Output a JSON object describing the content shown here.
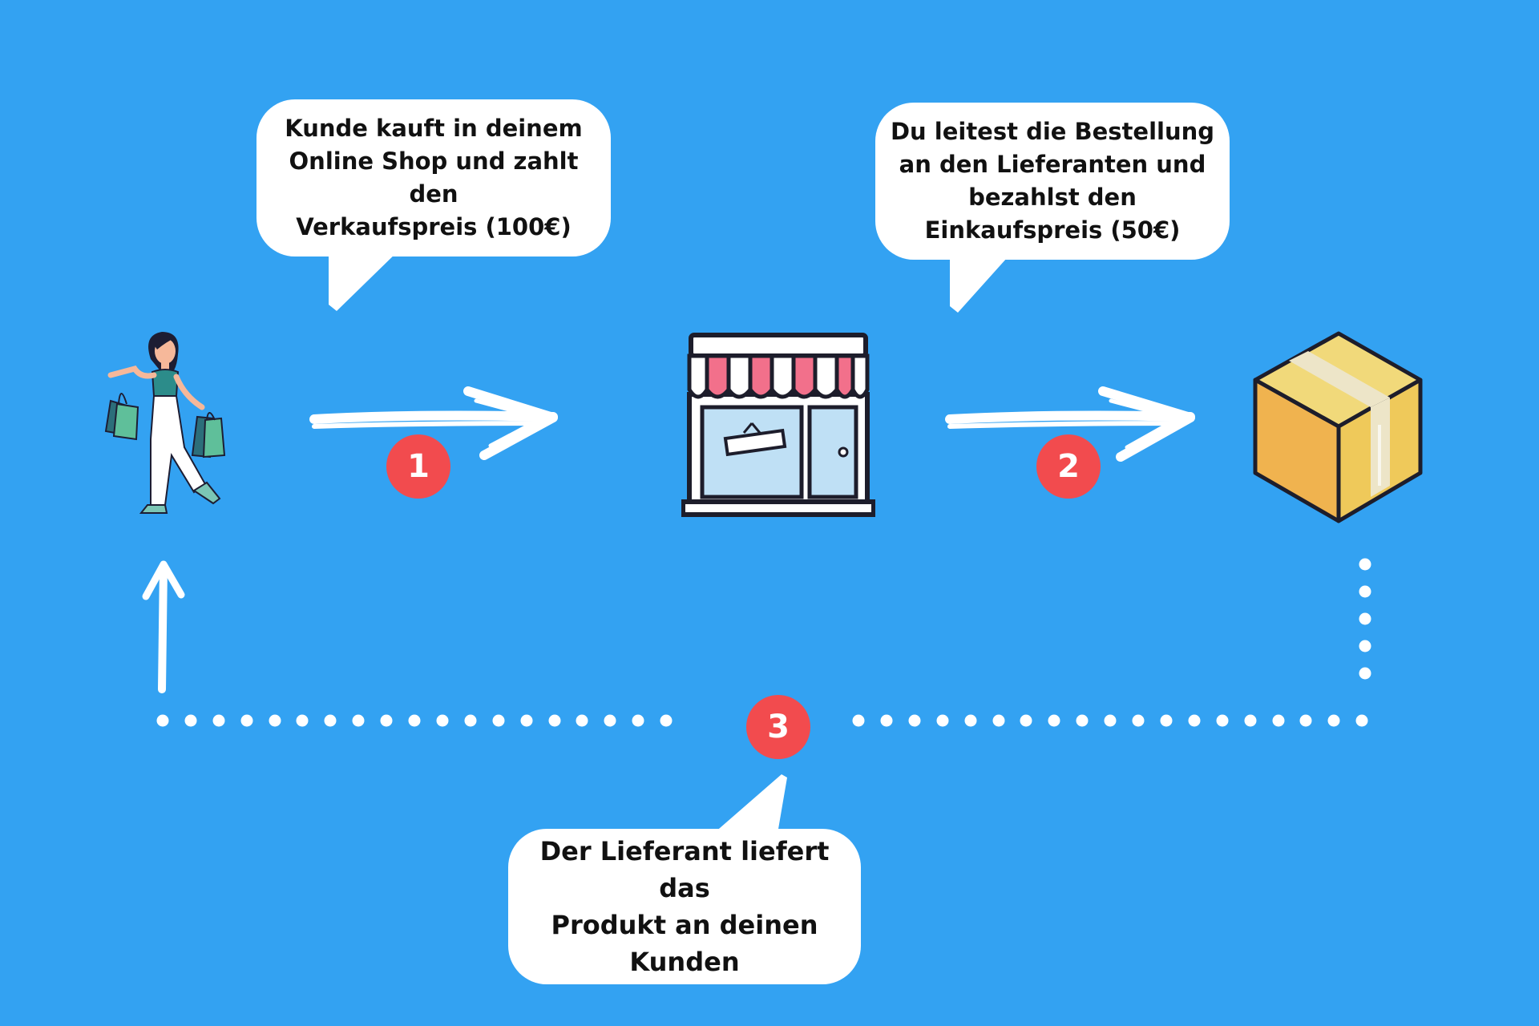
{
  "colors": {
    "background": "#33a2f2",
    "bubble": "#ffffff",
    "badge": "#f24b4e",
    "arrow": "#ffffff"
  },
  "steps": [
    {
      "number": "1",
      "text": "Kunde kauft in deinem\nOnline Shop und zahlt den\nVerkaufspreis (100€)"
    },
    {
      "number": "2",
      "text": "Du leitest die Bestellung\nan den Lieferanten und\nbezahlst den\nEinkaufspreis (50€)"
    },
    {
      "number": "3",
      "text": "Der Lieferant liefert das\nProdukt an deinen\nKunden"
    }
  ],
  "icons": {
    "customer": "shopping-woman-icon",
    "store": "storefront-icon",
    "supplier": "cardboard-box-icon"
  }
}
